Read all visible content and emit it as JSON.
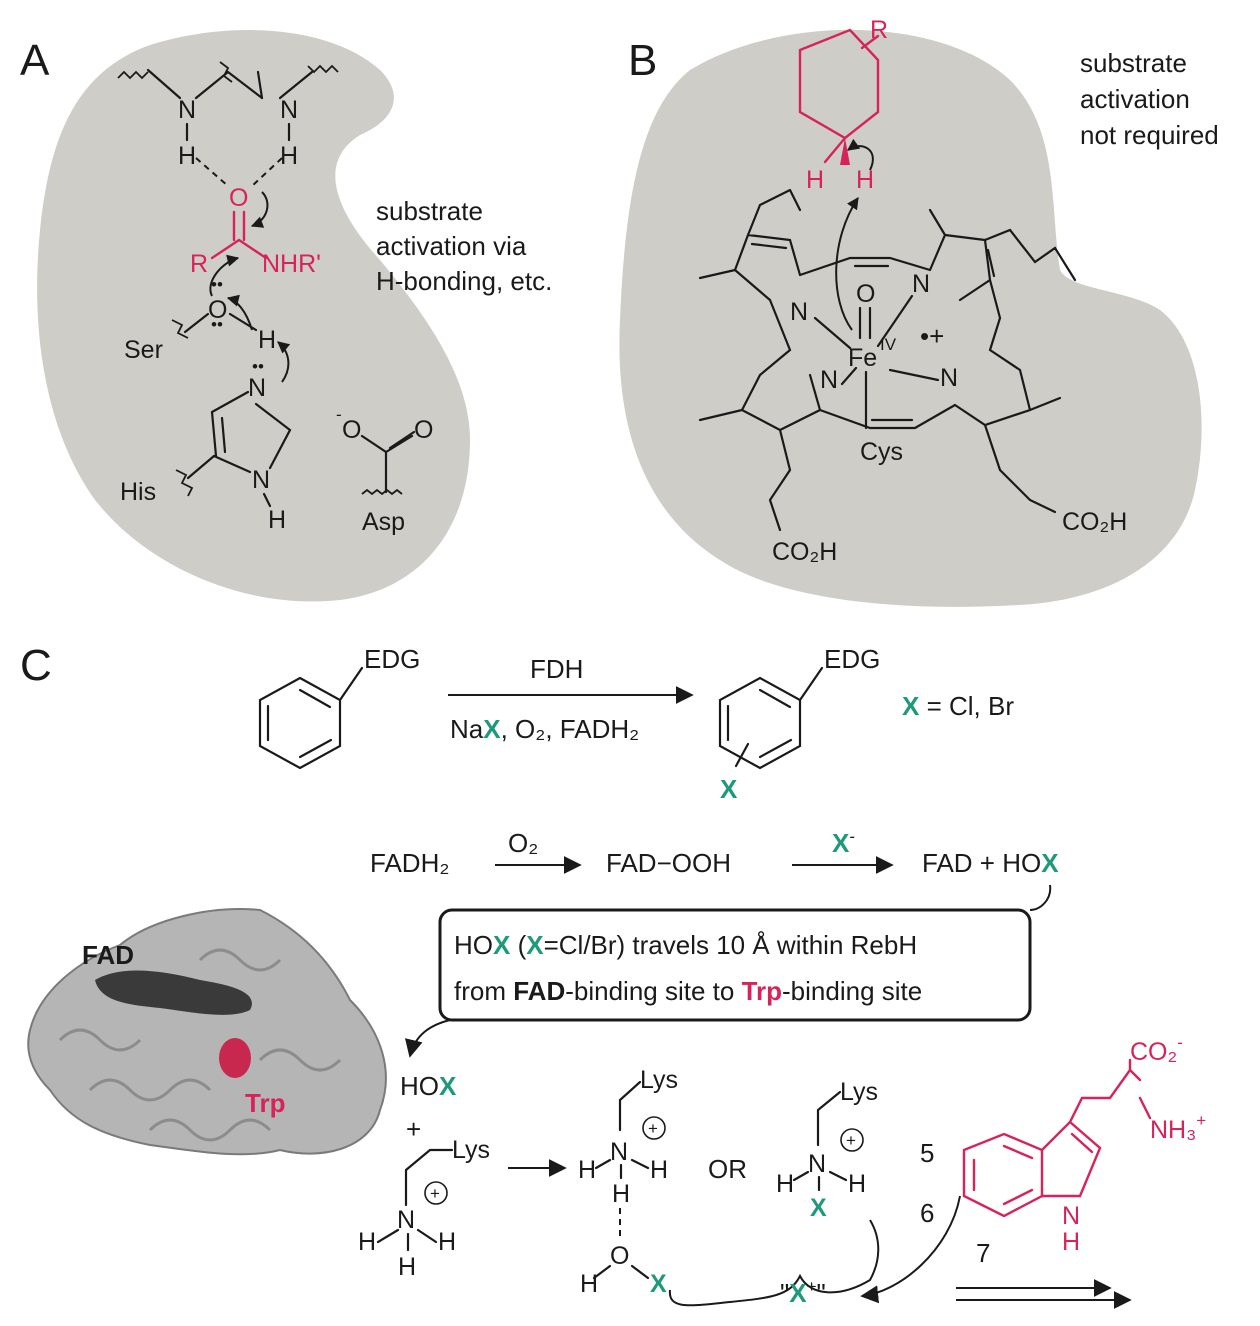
{
  "panels": {
    "a": {
      "letter": "A",
      "note_lines": [
        "substrate",
        "activation via",
        "H-bonding, etc."
      ],
      "atoms": {
        "n1": "N",
        "h1": "H",
        "n2": "N",
        "h2": "H",
        "o_carbonyl": "O",
        "r": "R",
        "nhr": "NHR'",
        "o_ser": "O",
        "h_ser": "H",
        "ser": "Ser",
        "n_his_top": "N",
        "n_his_bottom": "N",
        "h_his": "H",
        "his": "His",
        "o_minus": "O",
        "minus": "-",
        "o_asp": "O",
        "asp": "Asp"
      }
    },
    "b": {
      "letter": "B",
      "note_lines": [
        "substrate",
        "activation",
        "not required"
      ],
      "atoms": {
        "r": "R",
        "h_left": "H",
        "h_right": "H",
        "o_oxo": "O",
        "fe": "Fe",
        "fe_ox": "IV",
        "radical": "•+",
        "n_tl": "N",
        "n_tr": "N",
        "n_bl": "N",
        "n_br": "N",
        "cys": "Cys",
        "co2h_left": "CO₂H",
        "co2h_right": "CO₂H"
      }
    },
    "c": {
      "letter": "C",
      "reaction1": {
        "reactant_group": "EDG",
        "product_group": "EDG",
        "enzyme": "FDH",
        "cond_na": "Na",
        "cond_x": "X",
        "cond_rest": ", O₂, FADH₂",
        "product_x": "X",
        "x_def_x": "X",
        "x_def_rest": " = Cl, Br"
      },
      "reaction2": {
        "fadh2": "FADH₂",
        "o2": "O₂",
        "fad_ooh": "FAD−OOH",
        "x_minus_x": "X",
        "x_minus_sign": "-",
        "product_prefix": "FAD + HO",
        "product_x": "X"
      },
      "box": {
        "line1": [
          "HO",
          "X",
          " (",
          "X",
          "=Cl/Br) travels 10 Å within RebH"
        ],
        "line2": [
          "from ",
          "FAD",
          "-binding site to ",
          "Trp",
          "-binding site"
        ]
      },
      "protein": {
        "fad_label": "FAD",
        "trp_label": "Trp"
      },
      "mechanism": {
        "hox_ho": "HO",
        "hox_x": "X",
        "plus": "+",
        "lys": "Lys",
        "n": "N",
        "h": "H",
        "or": "OR",
        "o": "O",
        "x": "X",
        "xplus_open": "\"",
        "xplus_x": "X",
        "xplus_sup": "+",
        "xplus_close": "\"",
        "pos5": "5",
        "pos6": "6",
        "pos7": "7",
        "co2": "CO₂",
        "co2_minus": "-",
        "nh3": "NH₃",
        "nh3_plus": "+",
        "indole_n": "N",
        "indole_h": "H",
        "circle_plus": "+"
      }
    }
  },
  "colors": {
    "protein_blob": "#cfcdc7",
    "highlight_pink": "#d6245a",
    "halogen_teal": "#1e9a7a",
    "text": "#1a1a1a"
  }
}
